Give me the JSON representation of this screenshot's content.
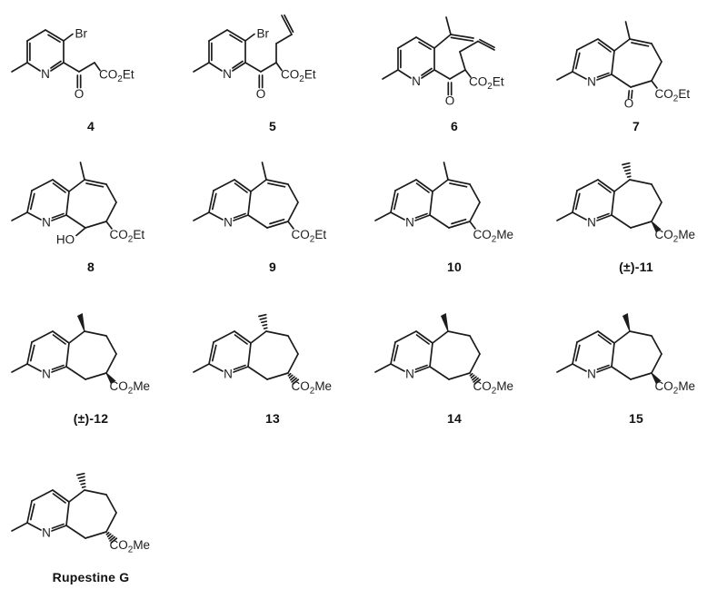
{
  "atoms": {
    "nitrogen": "N",
    "ketone_oxygen": "O",
    "hydroxyl": "HO",
    "bromine": "Br"
  },
  "esters": {
    "ethyl": {
      "pre": "CO",
      "sub": "2",
      "suf": "Et"
    },
    "methyl": {
      "pre": "CO",
      "sub": "2",
      "suf": "Me"
    }
  },
  "compounds": [
    {
      "caption": "4"
    },
    {
      "caption": "5"
    },
    {
      "caption": "6"
    },
    {
      "caption": "7"
    },
    {
      "caption": "8"
    },
    {
      "caption": "9"
    },
    {
      "caption": "10"
    },
    {
      "caption": "(±)-11"
    },
    {
      "caption": "(±)-12"
    },
    {
      "caption": "13"
    },
    {
      "caption": "14"
    },
    {
      "caption": "15"
    },
    {
      "caption": "Rupestine G"
    }
  ],
  "colors": {
    "bond": "#1c1c1c",
    "background": "#ffffff"
  }
}
